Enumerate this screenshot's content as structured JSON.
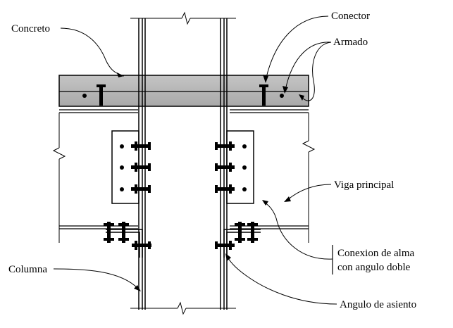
{
  "labels": {
    "concreto": "Concreto",
    "conector": "Conector",
    "armado": "Armado",
    "viga_principal": "Viga principal",
    "conexion_line1": "Conexion de alma",
    "conexion_line2": "con angulo doble",
    "columna": "Columna",
    "angulo_asiento": "Angulo de asiento"
  },
  "colors": {
    "slab_fill": "#b8b8b8",
    "line": "#000000",
    "background": "#ffffff"
  }
}
